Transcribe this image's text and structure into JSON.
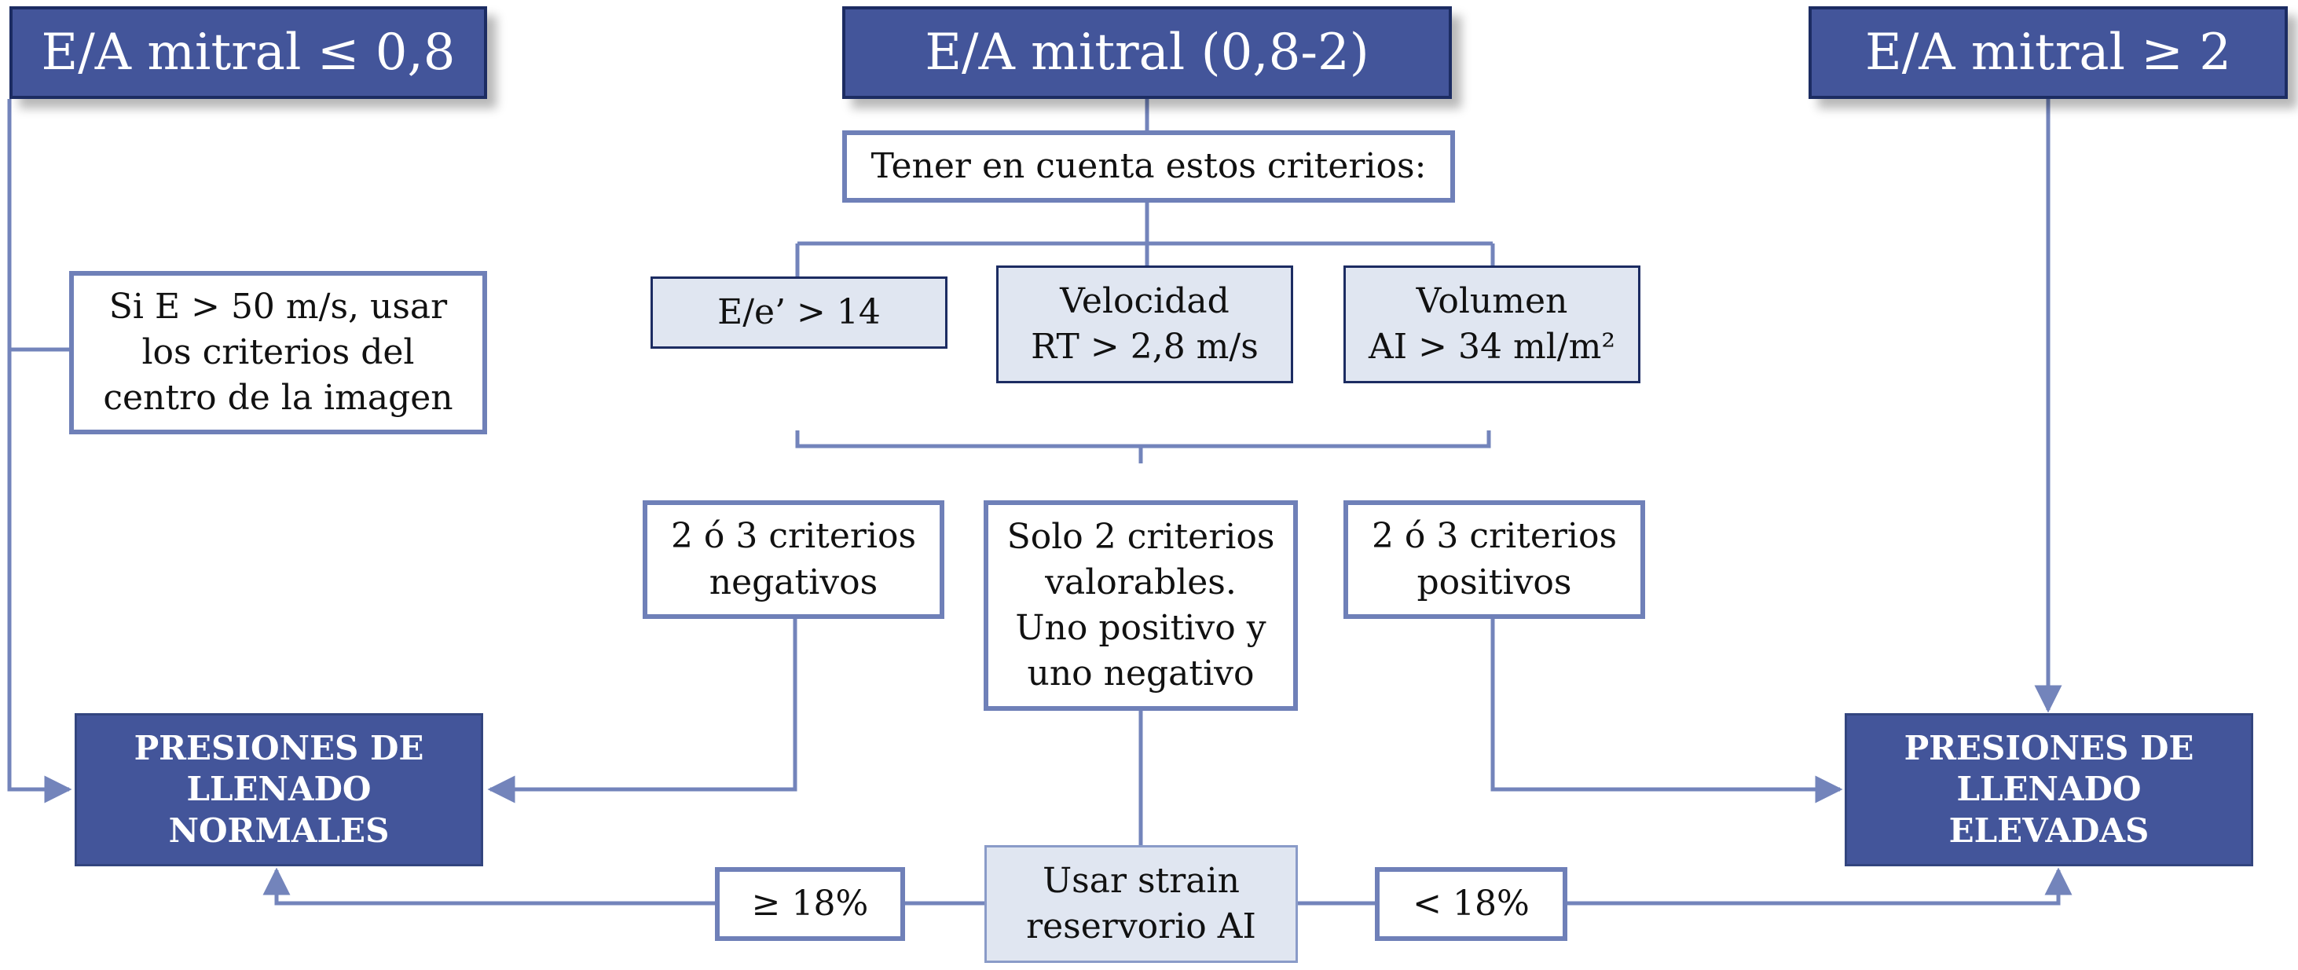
{
  "headers": {
    "left": "E/A mitral ≤ 0,8",
    "center": "E/A mitral (0,8-2)",
    "right": "E/A mitral ≥ 2"
  },
  "left_note": "Si E > 50 m/s, usar\nlos criterios del\ncentro de la imagen",
  "criteria_intro": "Tener en cuenta estos criterios:",
  "criteria": [
    "E/e’ > 14",
    "Velocidad\nRT > 2,8 m/s",
    "Volumen\nAI > 34 ml/m²"
  ],
  "outcomes": {
    "negative": "2 ó 3 criterios\nnegativos",
    "mixed": "Solo 2 criterios\nvalorables.\nUno positivo y\nuno negativo",
    "positive": "2 ó 3 criterios\npositivos"
  },
  "results": {
    "normal": "PRESIONES DE\nLLENADO\nNORMALES",
    "elevated": "PRESIONES DE\nLLENADO\nELEVADAS"
  },
  "strain": {
    "label": "Usar strain\nreservorio AI",
    "low_threshold": "≥ 18%",
    "high_threshold": "< 18%"
  },
  "colors": {
    "header_fill": "#43559a",
    "line": "#7384bb",
    "criteria_fill": "#e0e6f1"
  }
}
